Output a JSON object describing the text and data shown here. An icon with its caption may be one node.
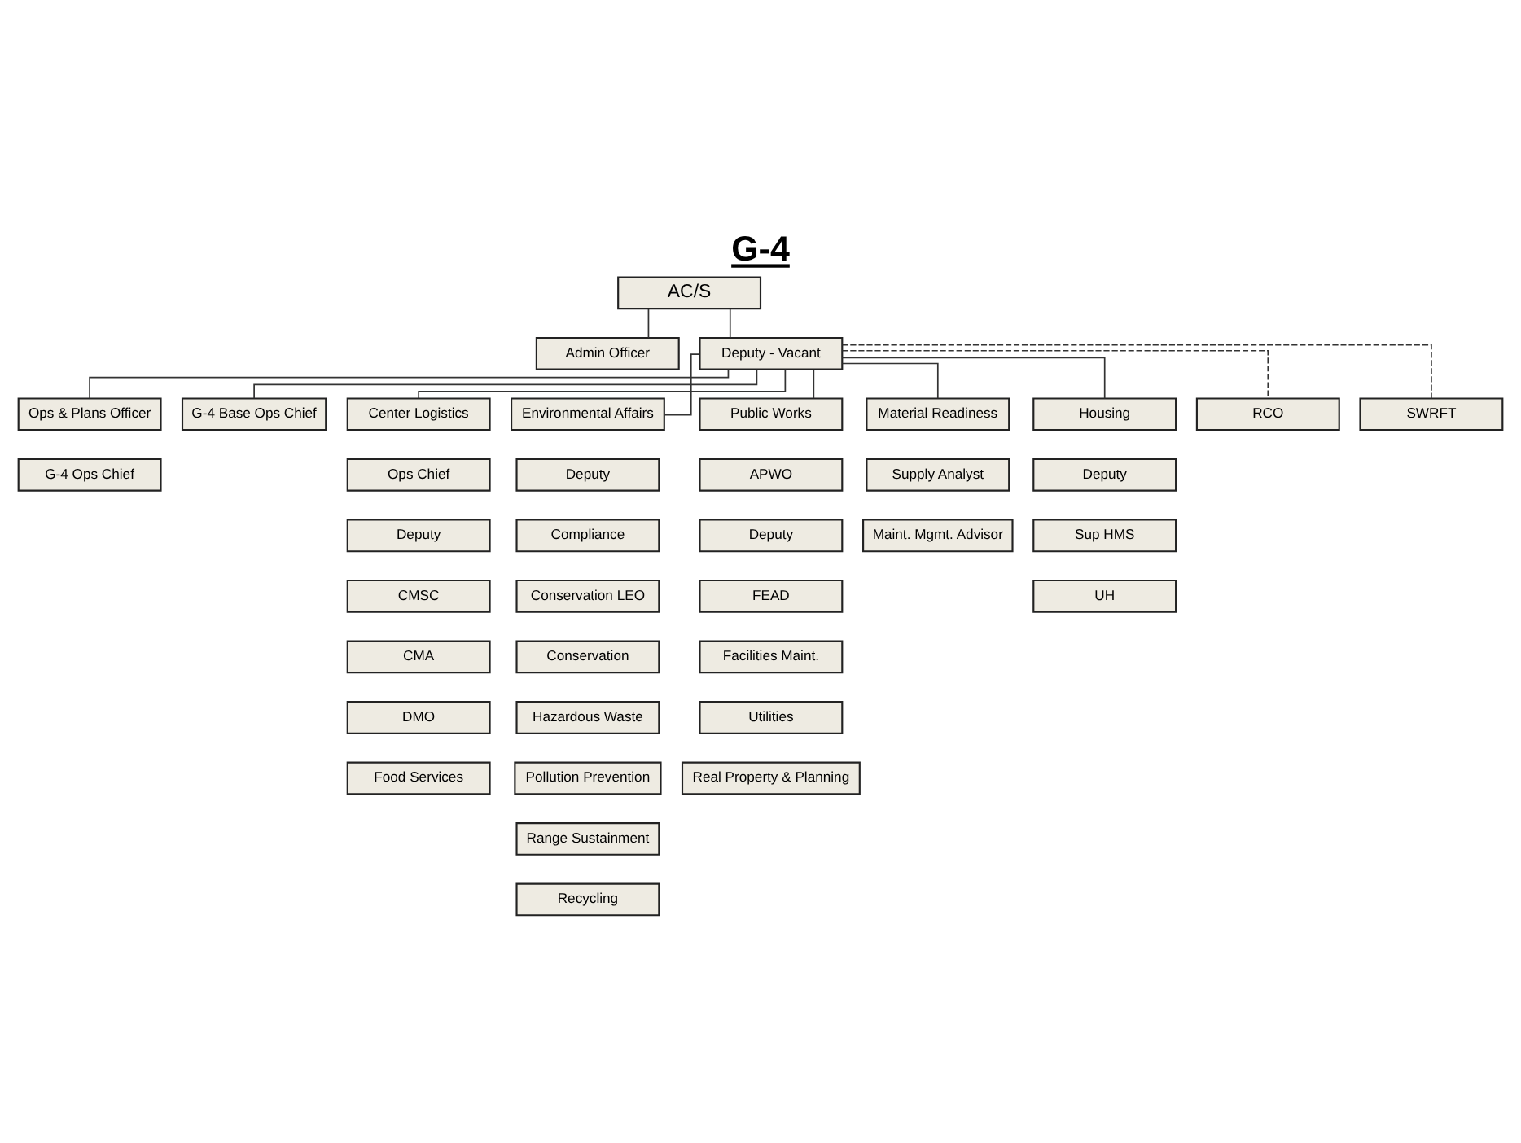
{
  "diagram": {
    "title": "G-4",
    "nodes": [
      {
        "text": [
          "AC/S"
        ]
      },
      {
        "text": [
          "Admin Officer"
        ]
      },
      {
        "text": [
          "Deputy - Vacant"
        ]
      },
      {
        "text": [
          "Ops & Plans Officer"
        ]
      },
      {
        "text": [
          "G-4 Ops Chief"
        ]
      },
      {
        "text": [
          "G-4 Base Ops Chief"
        ]
      },
      {
        "text": [
          "Center Logistics"
        ]
      },
      {
        "text": [
          "Ops Chief"
        ]
      },
      {
        "text": [
          "Deputy"
        ]
      },
      {
        "text": [
          "CMSC"
        ]
      },
      {
        "text": [
          "CMA"
        ]
      },
      {
        "text": [
          "DMO"
        ]
      },
      {
        "text": [
          "Food Services"
        ]
      },
      {
        "text": [
          "Environmental Affairs"
        ]
      },
      {
        "text": [
          "Deputy"
        ]
      },
      {
        "text": [
          "Compliance"
        ]
      },
      {
        "text": [
          "Conservation LEO"
        ]
      },
      {
        "text": [
          "Conservation"
        ]
      },
      {
        "text": [
          "Hazardous Waste"
        ]
      },
      {
        "text": [
          "Pollution Prevention"
        ]
      },
      {
        "text": [
          "Range Sustainment"
        ]
      },
      {
        "text": [
          "Recycling"
        ]
      },
      {
        "text": [
          "Public Works"
        ]
      },
      {
        "text": [
          "APWO"
        ]
      },
      {
        "text": [
          "Deputy"
        ]
      },
      {
        "text": [
          "FEAD"
        ]
      },
      {
        "text": [
          "Facilities Maint."
        ]
      },
      {
        "text": [
          "Utilities"
        ]
      },
      {
        "text": [
          "Real Property & Planning"
        ]
      },
      {
        "text": [
          "Material Readiness"
        ]
      },
      {
        "text": [
          "Supply Analyst"
        ]
      },
      {
        "text": [
          "Maint. Mgmt. Advisor"
        ]
      },
      {
        "text": [
          "Housing"
        ]
      },
      {
        "text": [
          "Deputy"
        ]
      },
      {
        "text": [
          "Sup HMS"
        ]
      },
      {
        "text": [
          "UH"
        ]
      },
      {
        "text": [
          "RCO"
        ]
      },
      {
        "text": [
          "SWRFT"
        ]
      }
    ],
    "edges": [
      {
        "from": 0,
        "to": 1,
        "arrow": "none"
      },
      {
        "from": 0,
        "to": 2,
        "arrow": "none"
      },
      {
        "from": 2,
        "to": 3,
        "arrow": "none"
      },
      {
        "from": 2,
        "to": 5,
        "arrow": "none"
      },
      {
        "from": 2,
        "to": 6,
        "arrow": "none"
      },
      {
        "from": 2,
        "to": 13,
        "arrow": "none"
      },
      {
        "from": 2,
        "to": 22,
        "arrow": "none"
      },
      {
        "from": 2,
        "to": 29,
        "arrow": "none"
      },
      {
        "from": 2,
        "to": 32,
        "arrow": "none"
      },
      {
        "from": 2,
        "to": 36,
        "arrow": "none",
        "style": "dashed"
      },
      {
        "from": 2,
        "to": 37,
        "arrow": "none",
        "style": "dashed"
      }
    ]
  }
}
